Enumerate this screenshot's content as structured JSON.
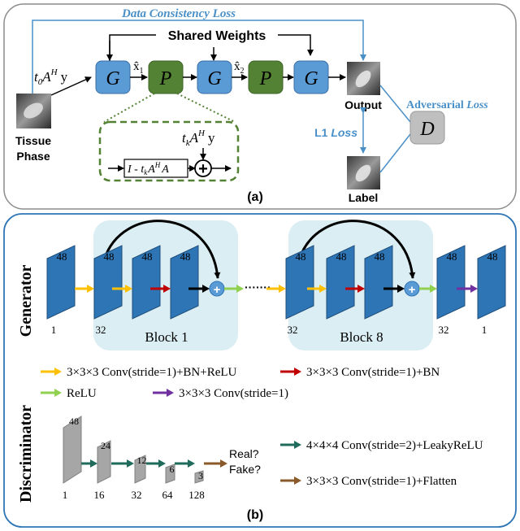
{
  "panel_a": {
    "data_consistency_loss": "Data Consistency Loss",
    "shared_weights": "Shared Weights",
    "input_expr": {
      "t0": "t",
      "t0_sub": "0",
      "A": "A",
      "H": "H",
      "y": "y"
    },
    "tissue": "Tissue",
    "phase": "Phase",
    "g": "G",
    "p": "P",
    "x1": {
      "x": "x̂",
      "sub": "1"
    },
    "x2": {
      "x": "x̂",
      "sub": "2"
    },
    "output": "Output",
    "label": "Label",
    "adversarial": "Adversarial",
    "loss_word": "Loss",
    "l1": "L1",
    "d": "D",
    "inner_expr": {
      "t": "t",
      "k": "k",
      "A": "A",
      "H": "H",
      "y": "y"
    },
    "op_expr": {
      "I": "I - t",
      "k": "k",
      "A": "A",
      "H": "H",
      "A2": "A"
    },
    "caption": "(a)",
    "colors": {
      "g": "#5b9bd5",
      "p": "#548235",
      "d": "#bfbfbf",
      "loss": "#4a90c8",
      "dash": "#548235"
    }
  },
  "panel_b": {
    "generator_title": "Generator",
    "discriminator_title": "Discriminator",
    "block1": "Block 1",
    "block8": "Block 8",
    "ellipsis": "·······",
    "gen_top": [
      "48",
      "48",
      "48",
      "48",
      "48",
      "48",
      "48",
      "48",
      "48"
    ],
    "gen_bottom": [
      "1",
      "32",
      "32",
      "32",
      "1"
    ],
    "plus": "+",
    "legend": [
      {
        "label": "3×3×3 Conv(stride=1)+BN+ReLU",
        "color": "#ffc000",
        "icon": "arrow-yellow"
      },
      {
        "label": "3×3×3 Conv(stride=1)+BN",
        "color": "#c00000",
        "icon": "arrow-red"
      },
      {
        "label": "ReLU",
        "color": "#92d050",
        "icon": "arrow-green"
      },
      {
        "label": "3×3×3 Conv(stride=1)",
        "color": "#7030a0",
        "icon": "arrow-purple"
      }
    ],
    "disc_top": [
      "48",
      "24",
      "12",
      "6",
      "3"
    ],
    "disc_bottom": [
      "1",
      "16",
      "32",
      "64",
      "128"
    ],
    "real": "Real?",
    "fake": "Fake?",
    "disc_legend": [
      {
        "label": "4×4×4 Conv(stride=2)+LeakyReLU",
        "color": "#1f6b5c",
        "icon": "arrow-teal"
      },
      {
        "label": "3×3×3 Conv(stride=1)+Flatten",
        "color": "#8b5a2b",
        "icon": "arrow-brown"
      }
    ],
    "caption": "(b)",
    "colors": {
      "block": "#2e75b6",
      "block_bg": "#dbeef3",
      "disc": "#a6a6a6"
    }
  }
}
